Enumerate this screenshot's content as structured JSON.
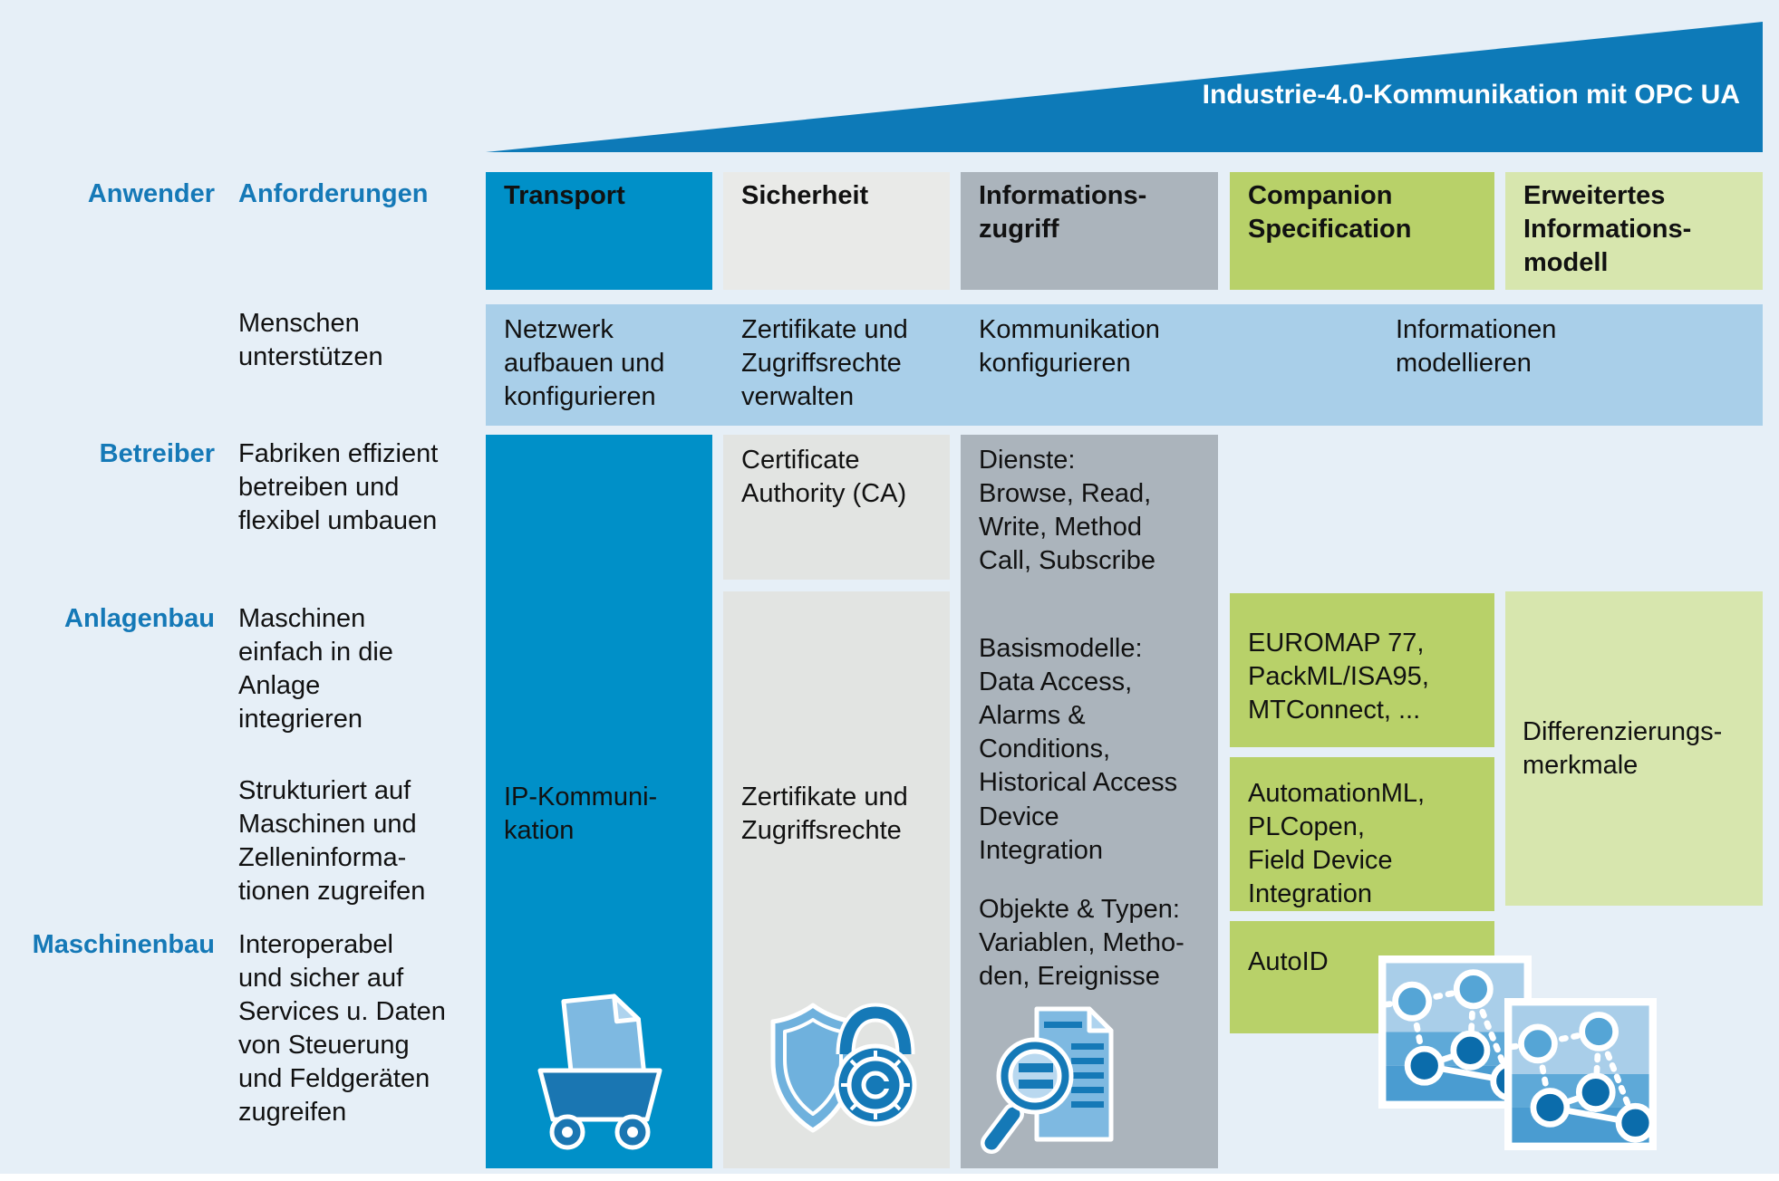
{
  "title": "Industrie-4.0-Kommunikation mit OPC UA",
  "colors": {
    "background": "#e6eff7",
    "triangle_blue": "#0d7ab8",
    "primary_blue": "#0090c8",
    "band_blue": "#a9cfe9",
    "header_light_gray": "#e9eae8",
    "cell_light_gray": "#e2e4e2",
    "gray_column": "#abb4bc",
    "green": "#b8d169",
    "light_green": "#d7e6ae",
    "label_blue": "#1579b7",
    "icon_mid_blue": "#1a76b2",
    "icon_light_blue": "#7eb9e1",
    "node_dark_blue": "#0b6cab",
    "node_mid_blue": "#55a5d6",
    "text_black": "#111111",
    "title_white": "#ffffff"
  },
  "left": {
    "anwender": "Anwender",
    "anforderungen": "Anforderungen",
    "menschen": "Menschen\nunterstützen",
    "betreiber": "Betreiber",
    "fabriken": "Fabriken effizient\nbetreiben und\nflexibel umbauen",
    "anlagenbau": "Anlagenbau",
    "maschinen": "Maschinen\neinfach in die\nAnlage\nintegrieren",
    "strukturiert": "Strukturiert auf\nMaschinen und\nZelleninforma-\ntionen zugreifen",
    "maschinenbau": "Maschinenbau",
    "interoperabel": "Interoperabel\nund sicher auf\nServices u. Daten\nvon Steuerung\nund Feldgeräten\nzugreifen"
  },
  "headers": {
    "transport": "Transport",
    "sicherheit": "Sicherheit",
    "informationszugriff": "Informations-\nzugriff",
    "companion": "Companion\nSpecification",
    "erweitertes": "Erweitertes\nInformations-\nmodell"
  },
  "band": {
    "netzwerk": "Netzwerk\naufbauen und\nkonfigurieren",
    "zertifikate": "Zertifikate und\nZugriffsrechte\nverwalten",
    "kommunikation": "Kommunikation\nkonfigurieren",
    "informationen": "Informationen\nmodellieren"
  },
  "cells": {
    "certificate_authority": "Certificate\nAuthority (CA)",
    "ip_kommunikation": "IP-Kommuni-\nkation",
    "zertifikate_zugriffsrechte": "Zertifikate und\nZugriffsrechte",
    "dienste": "Dienste:\nBrowse, Read,\nWrite, Method\nCall, Subscribe",
    "basismodelle": "Basismodelle:\nData Access,\nAlarms &\nConditions,\nHistorical Access",
    "device_integration": "Device\nIntegration",
    "objekte_typen": "Objekte & Typen:\nVariablen, Metho-\nden, Ereignisse",
    "euromap": "EUROMAP 77,\nPackML/ISA95,\nMTConnect, ...",
    "automationml": "AutomationML,\nPLCopen,\nField Device\nIntegration",
    "autoid": "AutoID",
    "differenzierung": "Differenzierungs-\nmerkmale"
  },
  "icons": {
    "cart": "cart-with-document-icon",
    "shield_lock": "shield-lock-icon",
    "magnifier_document": "magnifier-document-icon",
    "network_graph": "network-graph-icon"
  }
}
